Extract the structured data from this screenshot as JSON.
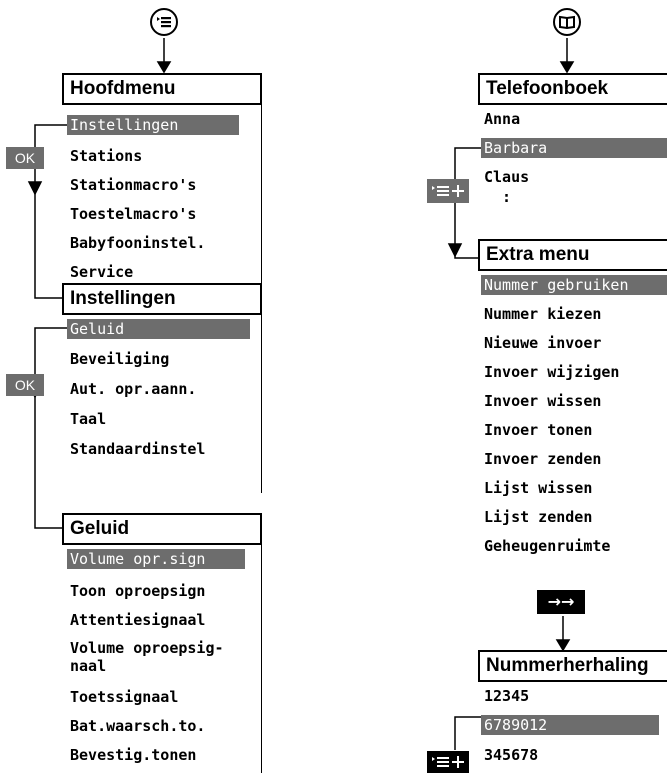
{
  "left": {
    "hoofdmenu": {
      "title": "Hoofdmenu",
      "selected": "Instellingen",
      "items": [
        "Stations",
        "Stationmacro's",
        "Toestelmacro's",
        "Babyfooninstel.",
        "Service"
      ]
    },
    "ok1": "OK",
    "instellingen": {
      "title": "Instellingen",
      "selected": "Geluid",
      "items": [
        "Beveiliging",
        "Aut. opr.aann.",
        "Taal",
        "Standaardinstel"
      ]
    },
    "ok2": "OK",
    "geluid": {
      "title": "Geluid",
      "selected": "Volume opr.sign",
      "items": [
        "Toon oproepsign",
        "Attentiesignaal",
        "Volume oproepsig-",
        "naal",
        "Toetssignaal",
        "Bat.waarsch.to.",
        "Bevestig.tonen"
      ]
    }
  },
  "right": {
    "telefoonboek": {
      "title": "Telefoonboek",
      "item1": "Anna",
      "selected": "Barbara",
      "item3": "Claus",
      "ellipsis": ":"
    },
    "extra": {
      "title": "Extra menu",
      "selected": "Nummer gebruiken",
      "items": [
        "Nummer kiezen",
        "Nieuwe invoer",
        "Invoer wijzigen",
        "Invoer wissen",
        "Invoer tonen",
        "Invoer zenden",
        "Lijst wissen",
        "Lijst zenden",
        "Geheugenruimte"
      ]
    },
    "redial_key": "→→",
    "nummerherhaling": {
      "title": "Nummerherhaling",
      "item1": "12345",
      "selected": "6789012",
      "item3": "345678"
    }
  },
  "icons": {
    "menu_key": "menu-key-icon",
    "book_key": "phonebook-key-icon",
    "options_key": "options-key-icon"
  }
}
